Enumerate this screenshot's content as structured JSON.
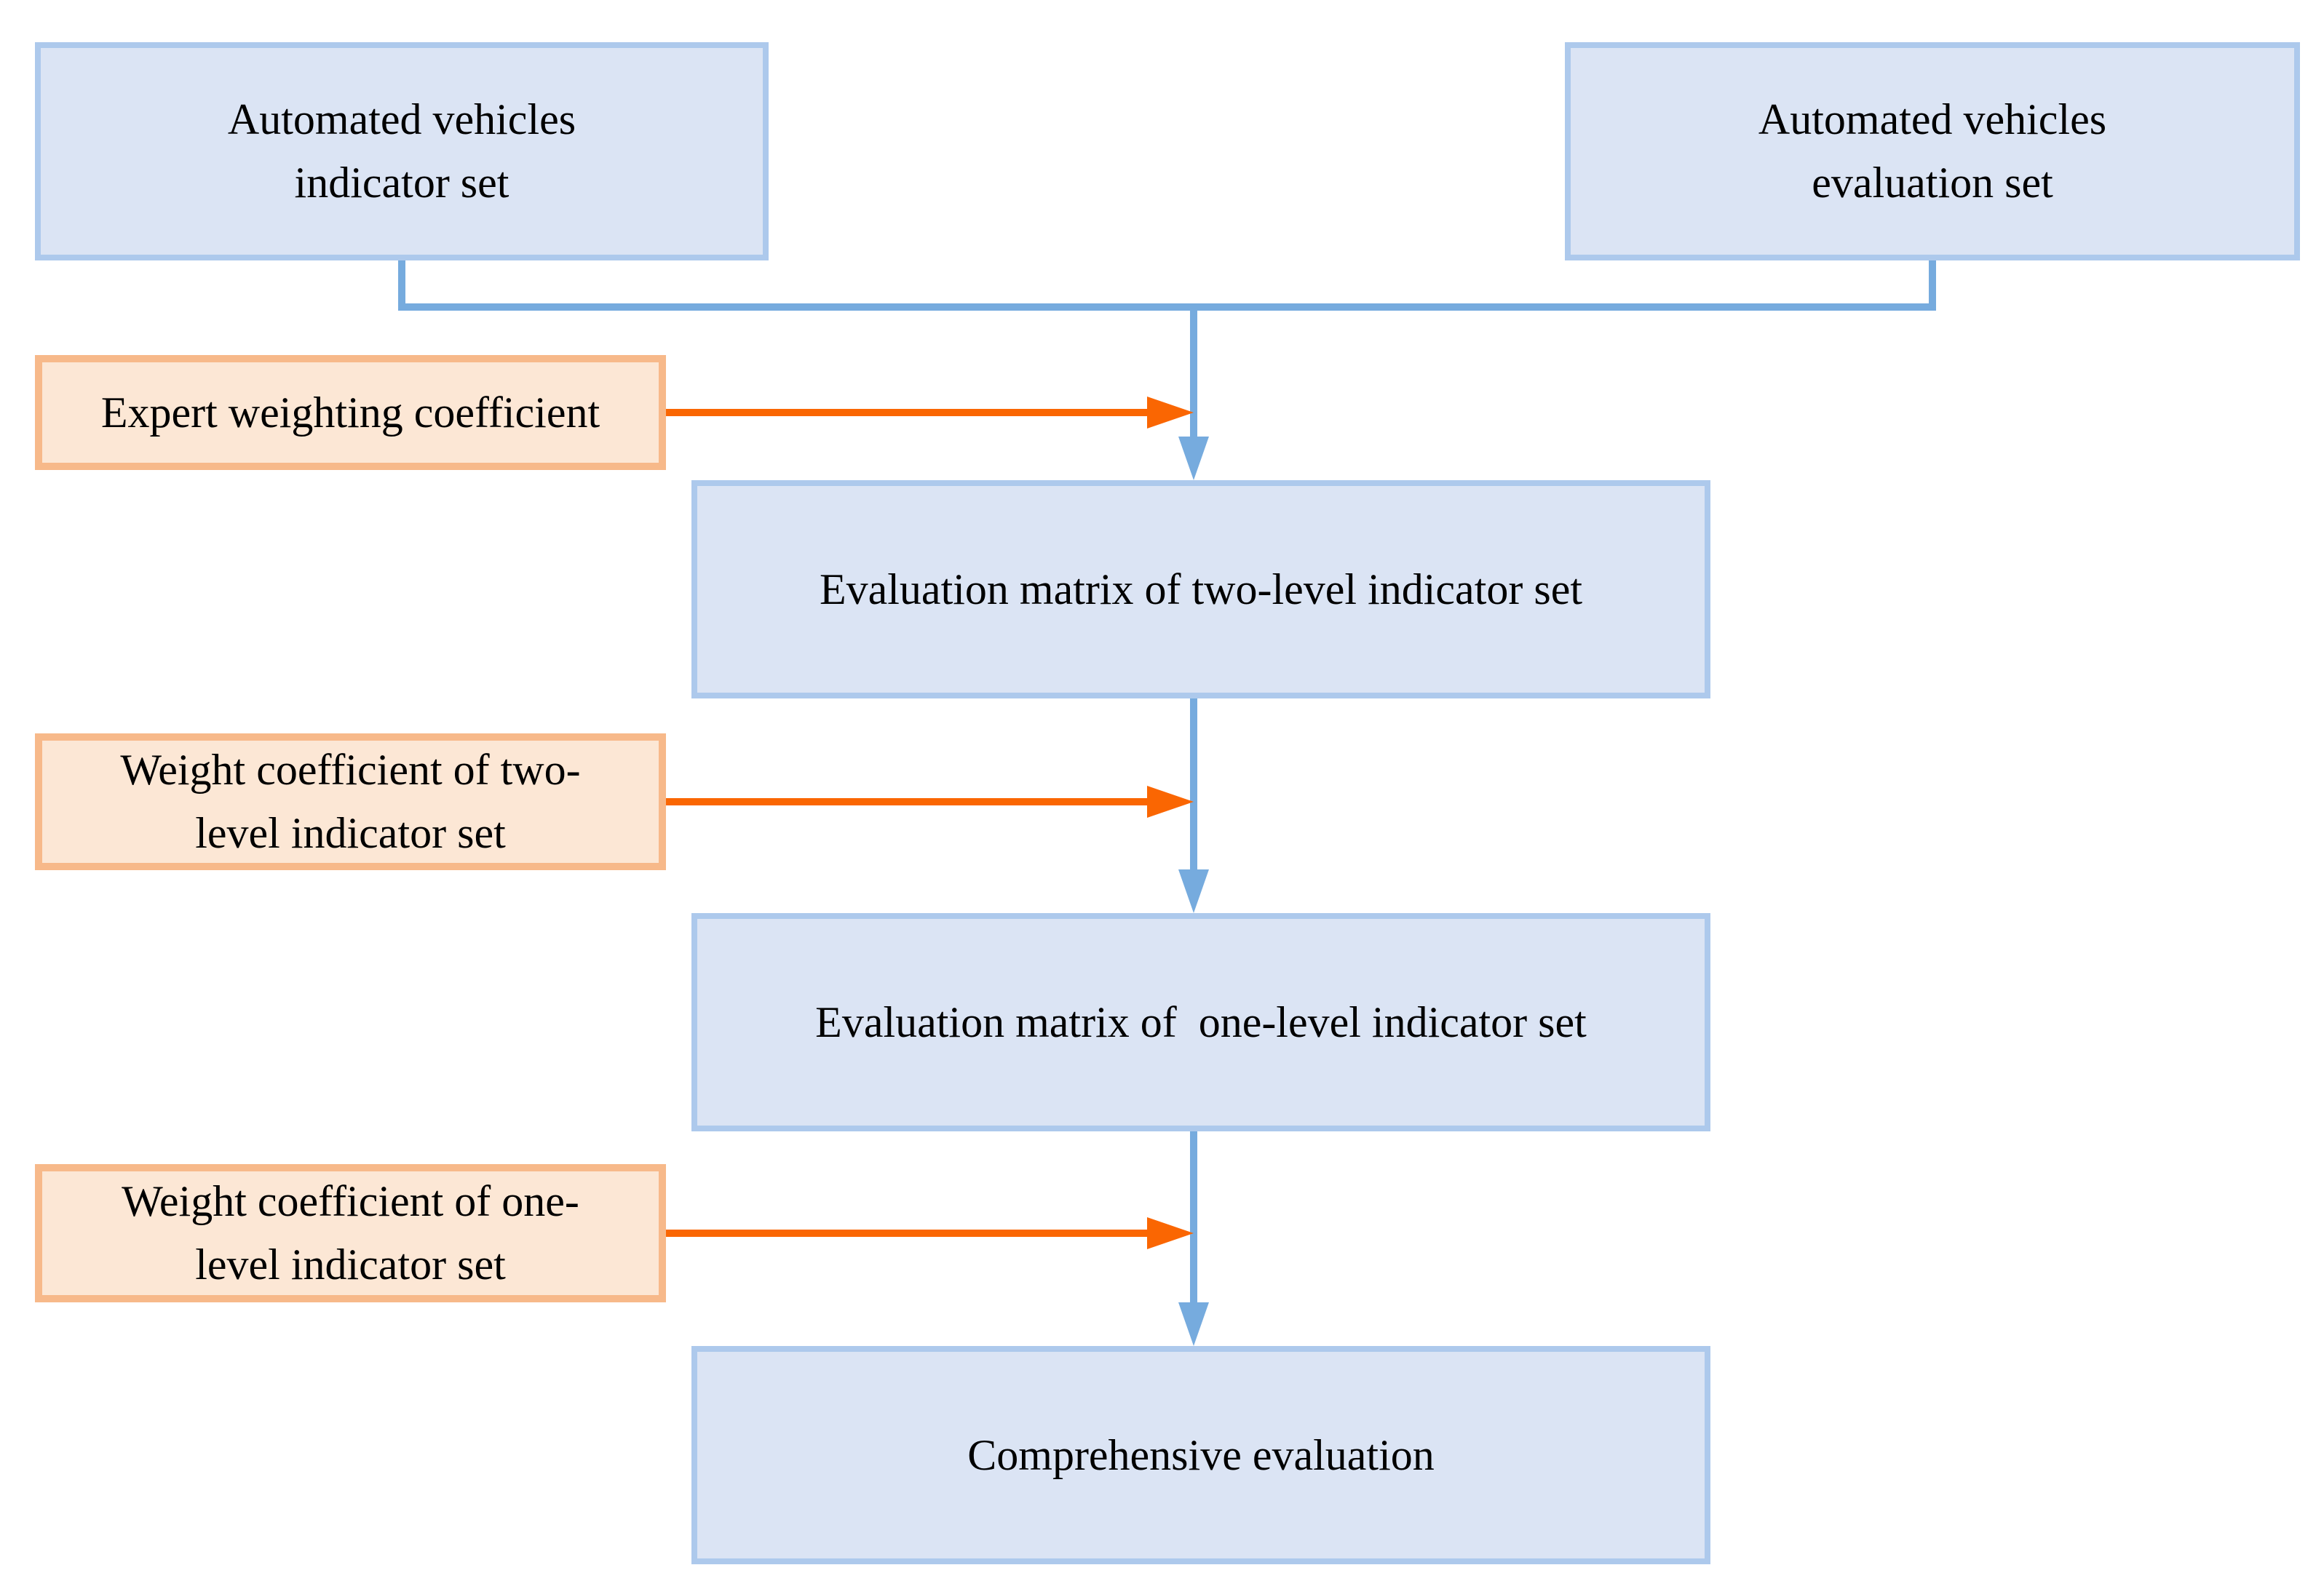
{
  "figure": {
    "background": "#ffffff",
    "nodes": {
      "indicator_set": {
        "type": "blue",
        "lines": [
          "Automated vehicles",
          "indicator set"
        ]
      },
      "evaluation_set": {
        "type": "blue",
        "lines": [
          "Automated vehicles",
          "evaluation set"
        ]
      },
      "expert_weighting": {
        "type": "orange",
        "lines": [
          "Expert weighting coefficient"
        ]
      },
      "matrix_two_level": {
        "type": "blue",
        "lines": [
          "Evaluation matrix of two-level indicator set"
        ]
      },
      "weight_two_level": {
        "type": "orange",
        "lines": [
          "Weight coefficient of two-",
          "level indicator set"
        ]
      },
      "matrix_one_level": {
        "type": "blue",
        "lines": [
          "Evaluation matrix of  one-level indicator set"
        ]
      },
      "weight_one_level": {
        "type": "orange",
        "lines": [
          "Weight coefficient of one-",
          "level indicator set"
        ]
      },
      "comprehensive": {
        "type": "blue",
        "lines": [
          "Comprehensive evaluation"
        ]
      }
    },
    "colors": {
      "blue_fill": "#dbe4f4",
      "blue_border": "#adc9ec",
      "blue_connector": "#76abde",
      "orange_fill": "#fce7d5",
      "orange_border": "#f7b98a",
      "orange_connector": "#fa6602",
      "text": "#000000"
    }
  }
}
